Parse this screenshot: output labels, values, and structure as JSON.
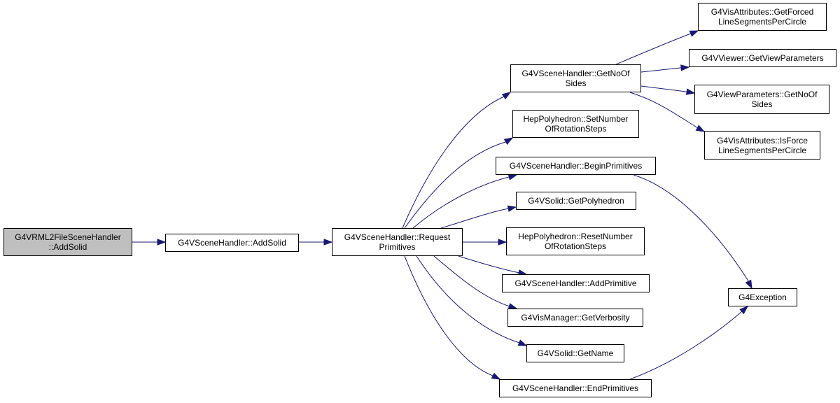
{
  "colors": {
    "edge": "#191970",
    "root_fill": "#bfbfbf",
    "node_fill": "#ffffff",
    "border": "#000000"
  },
  "nodes": {
    "root": [
      "G4VRML2FileSceneHandler",
      "::AddSolid"
    ],
    "add_solid": [
      "G4VSceneHandler::AddSolid"
    ],
    "request_primitives": [
      "G4VSceneHandler::Request",
      "Primitives"
    ],
    "get_no_of_sides": [
      "G4VSceneHandler::GetNoOf",
      "Sides"
    ],
    "set_number_of_rotation_steps": [
      "HepPolyhedron::SetNumber",
      "OfRotationSteps"
    ],
    "begin_primitives": [
      "G4VSceneHandler::BeginPrimitives"
    ],
    "get_polyhedron": [
      "G4VSolid::GetPolyhedron"
    ],
    "reset_number_of_rotation_steps": [
      "HepPolyhedron::ResetNumber",
      "OfRotationSteps"
    ],
    "add_primitive": [
      "G4VSceneHandler::AddPrimitive"
    ],
    "get_verbosity": [
      "G4VisManager::GetVerbosity"
    ],
    "get_name": [
      "G4VSolid::GetName"
    ],
    "end_primitives": [
      "G4VSceneHandler::EndPrimitives"
    ],
    "get_forced_line_segments": [
      "G4VisAttributes::GetForced",
      "LineSegmentsPerCircle"
    ],
    "get_view_parameters": [
      "G4VViewer::GetViewParameters"
    ],
    "view_params_get_no_of_sides": [
      "G4ViewParameters::GetNoOf",
      "Sides"
    ],
    "is_force_line_segments": [
      "G4VisAttributes::IsForce",
      "LineSegmentsPerCircle"
    ],
    "g4exception": [
      "G4Exception"
    ]
  }
}
